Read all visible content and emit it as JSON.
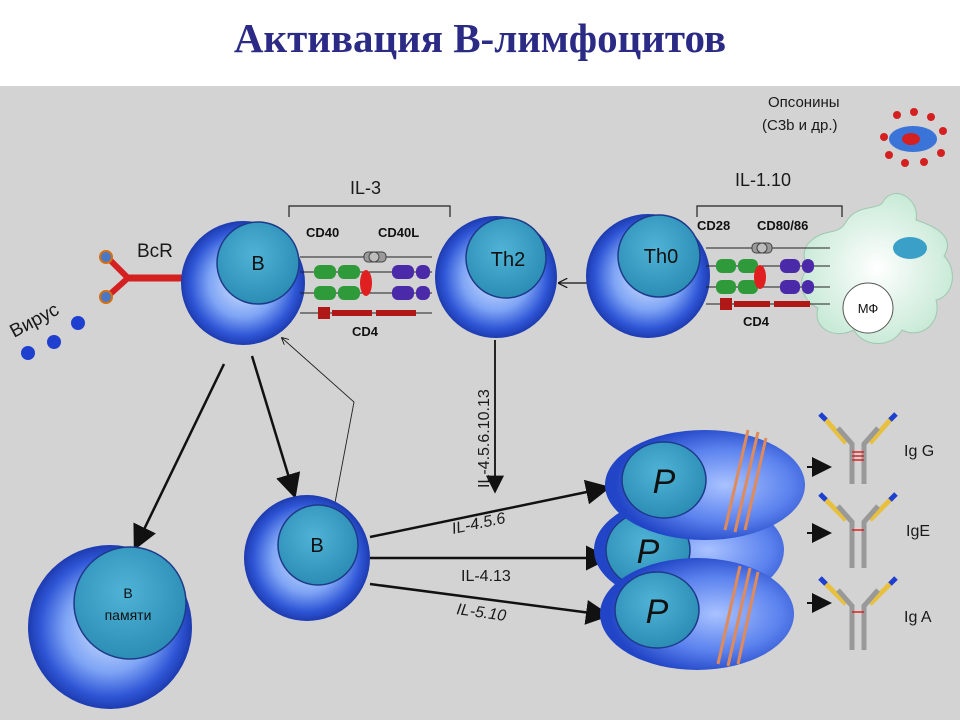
{
  "title": "Активация В-лимфоцитов",
  "labels": {
    "opsonins_line1": "Опсонины",
    "opsonins_line2": "(С3b и др.)",
    "il3": "IL-3",
    "il110": "IL-1.10",
    "cd40": "CD40",
    "cd40l": "CD40L",
    "cd28": "CD28",
    "cd80_86": "CD80/86",
    "cd4_left": "CD4",
    "cd4_right": "CD4",
    "bcr": "BcR",
    "virus": "Вирус",
    "il_vertical": "IL-4.5.6.10.13",
    "il_456": "IL-4.5.6",
    "il_413": "IL-4.13",
    "il_510": "IL-5.10"
  },
  "cells": {
    "b_top": "В",
    "th2": "Th2",
    "th0": "Th0",
    "macrophage": "МФ",
    "b_middle": "В",
    "memory_line1": "В",
    "memory_line2": "памяти",
    "plasma_1": "P",
    "plasma_2": "P",
    "plasma_3": "P"
  },
  "antibodies": {
    "igg": "Ig G",
    "ige": "IgE",
    "iga": "Ig A"
  },
  "colors": {
    "title": "#2b2b86",
    "background": "#d3d3d3",
    "cell_blue": "#2f56d6",
    "nucleus": "#3fa0c8",
    "bcr_red": "#d42020",
    "virus_blue": "#1f3fcf",
    "macrophage_green": "#c8ead8"
  }
}
